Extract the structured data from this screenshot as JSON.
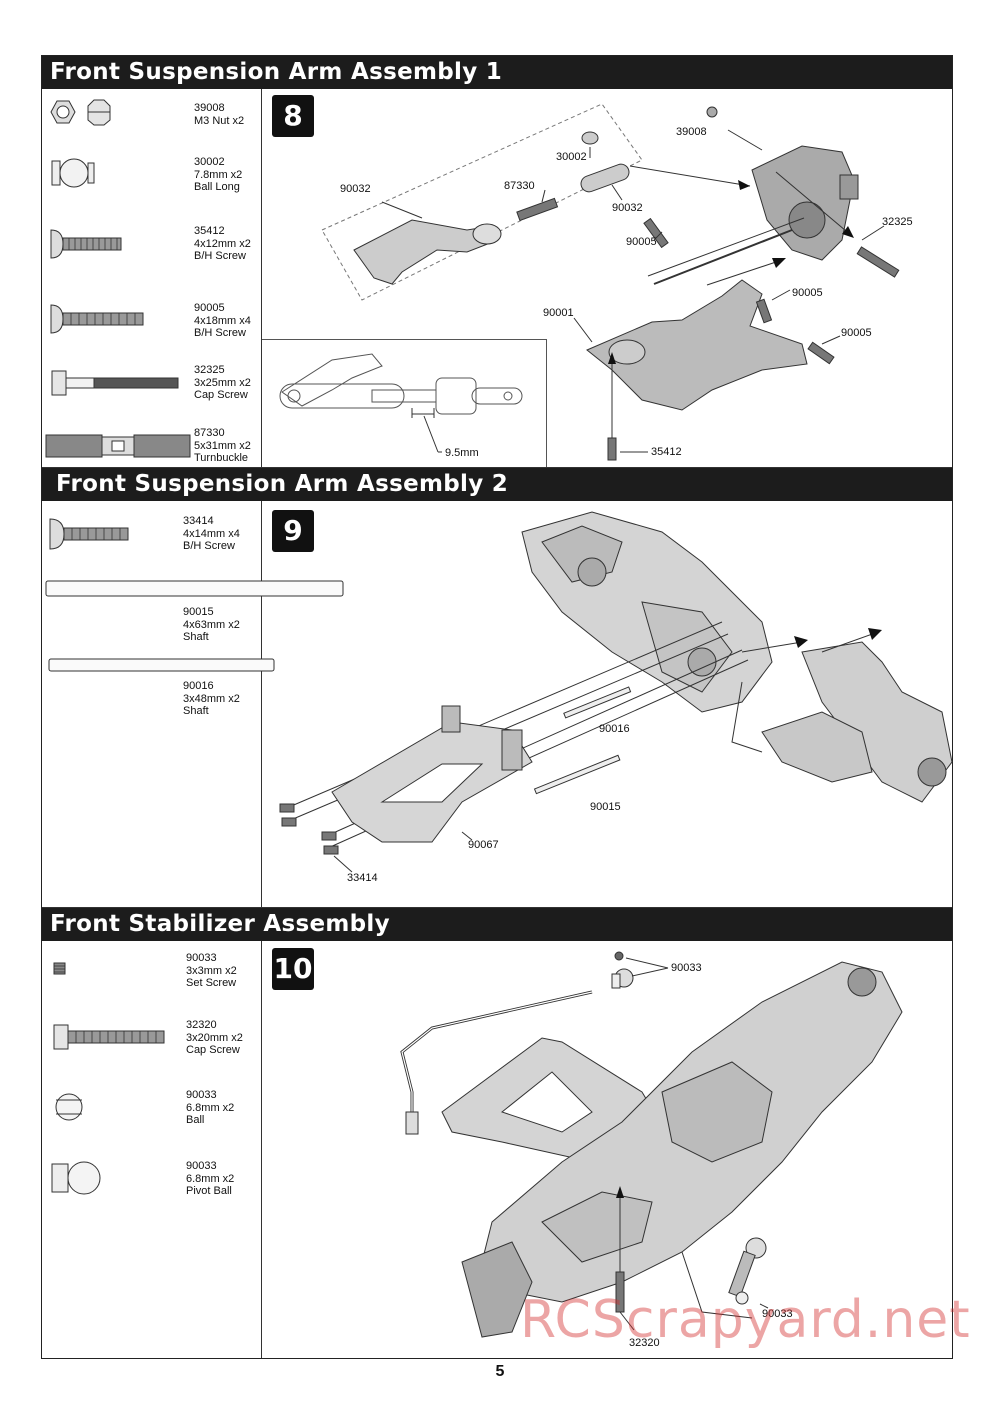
{
  "sections": [
    {
      "title": "Front Suspension Arm Assembly 1",
      "step": "8",
      "parts": [
        {
          "code": "39008",
          "desc": "M3 Nut x2",
          "icon": "nut-icon"
        },
        {
          "code": "30002",
          "desc": "7.8mm x2",
          "desc2": "Ball Long",
          "icon": "ball-long-icon"
        },
        {
          "code": "35412",
          "desc": "4x12mm x2",
          "desc2": "B/H Screw",
          "icon": "bh-screw-icon"
        },
        {
          "code": "90005",
          "desc": "4x18mm x4",
          "desc2": "B/H Screw",
          "icon": "bh-screw-icon"
        },
        {
          "code": "32325",
          "desc": "3x25mm x2",
          "desc2": "Cap Screw",
          "icon": "cap-screw-icon"
        },
        {
          "code": "87330",
          "desc": "5x31mm x2",
          "desc2": "Turnbuckle",
          "icon": "turnbuckle-icon"
        }
      ],
      "callouts": [
        "39008",
        "30002",
        "90032",
        "87330",
        "90032",
        "32325",
        "90005",
        "90005",
        "90001",
        "90005",
        "35412"
      ],
      "inset_label": "9.5mm"
    },
    {
      "title": "Front Suspension Arm Assembly 2",
      "step": "9",
      "parts": [
        {
          "code": "33414",
          "desc": "4x14mm x4",
          "desc2": "B/H Screw",
          "icon": "bh-screw-icon"
        },
        {
          "code": "90015",
          "desc": "4x63mm x2",
          "desc2": "Shaft",
          "icon": "shaft-icon"
        },
        {
          "code": "90016",
          "desc": "3x48mm x2",
          "desc2": "Shaft",
          "icon": "shaft-icon"
        }
      ],
      "callouts": [
        "90016",
        "90015",
        "90067",
        "33414"
      ]
    },
    {
      "title": "Front Stabilizer Assembly",
      "step": "10",
      "parts": [
        {
          "code": "90033",
          "desc": "3x3mm x2",
          "desc2": "Set Screw",
          "icon": "set-screw-icon"
        },
        {
          "code": "32320",
          "desc": "3x20mm x2",
          "desc2": "Cap Screw",
          "icon": "cap-screw-icon"
        },
        {
          "code": "90033",
          "desc": "6.8mm x2",
          "desc2": "Ball",
          "icon": "ball-icon"
        },
        {
          "code": "90033",
          "desc": "6.8mm x2",
          "desc2": "Pivot Ball",
          "icon": "pivot-ball-icon"
        }
      ],
      "callouts": [
        "90033",
        "90033",
        "32320"
      ]
    }
  ],
  "page_number": "5",
  "watermark": "RCScrapyard.net"
}
